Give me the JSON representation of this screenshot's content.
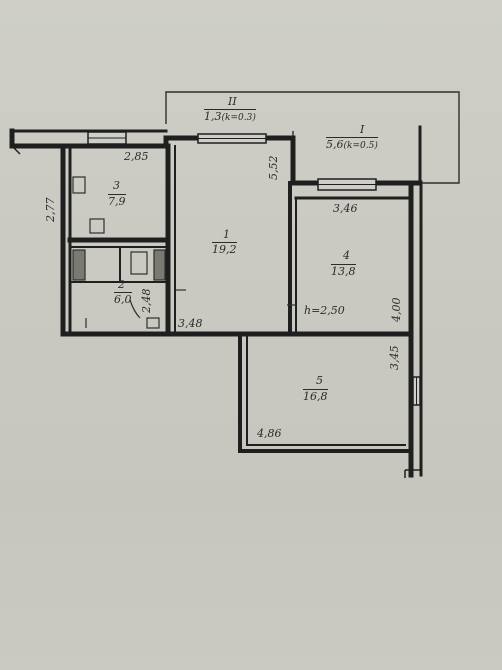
{
  "rooms": [
    {
      "no": "1",
      "area": "19,2"
    },
    {
      "no": "2",
      "area": "6,0"
    },
    {
      "no": "3",
      "area": "7,9"
    },
    {
      "no": "4",
      "area": "13,8"
    },
    {
      "no": "5",
      "area": "16,8"
    }
  ],
  "balconies": [
    {
      "no": "I",
      "area": "5,6",
      "coef": "(k=0.5)"
    },
    {
      "no": "II",
      "area": "1,3",
      "coef": "(k=0.3)"
    }
  ],
  "dimensions": {
    "d_2_85": "2,85",
    "d_2_77": "2,77",
    "d_5_52": "5,52",
    "d_3_46": "3,46",
    "d_2_48": "2,48",
    "d_3_48": "3,48",
    "d_4_00": "4,00",
    "d_3_45": "3,45",
    "d_4_86": "4,86",
    "ceiling_height": "h=2,50"
  },
  "colors": {
    "wall": "#1f1f1f",
    "line": "#2e2e2e",
    "paper": "#c9c9c2"
  }
}
